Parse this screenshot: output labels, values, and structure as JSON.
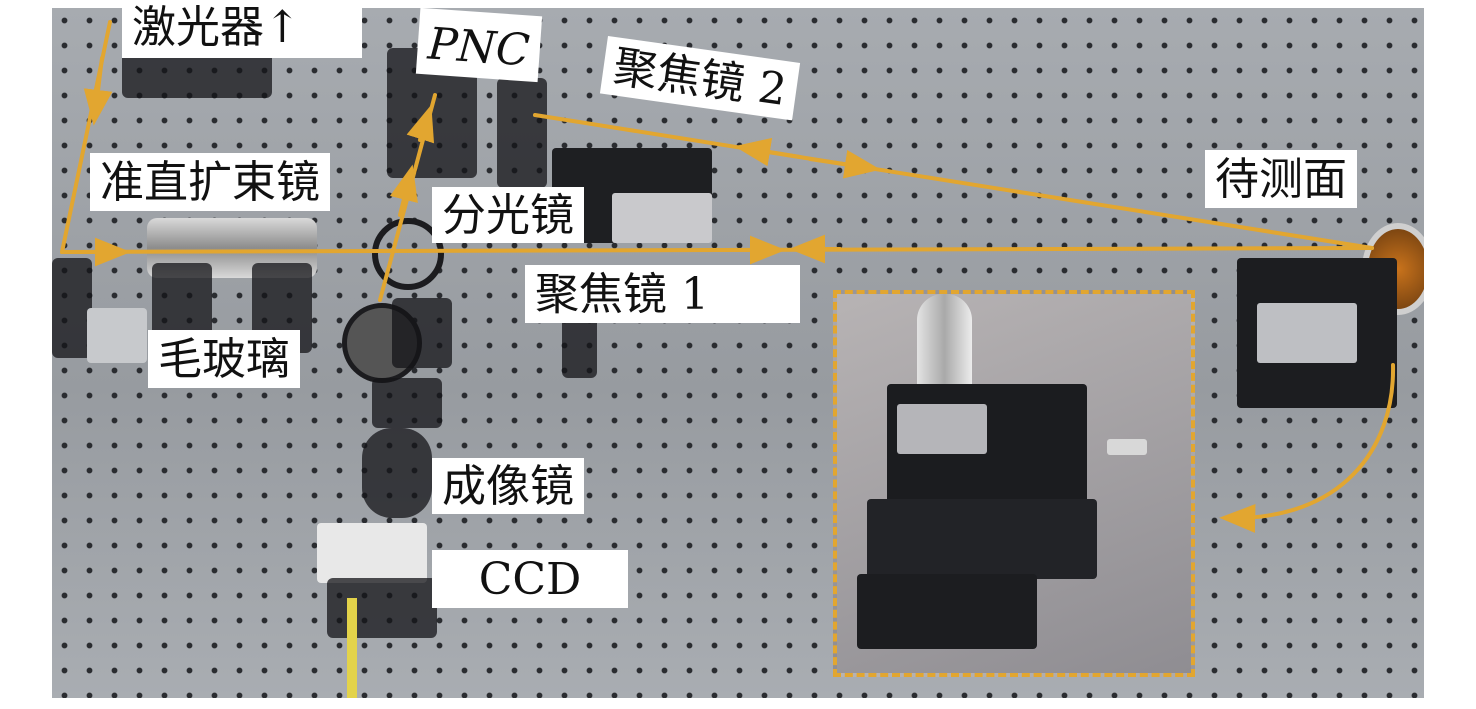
{
  "labels": {
    "laser": "激光器↑",
    "pnc": "PNC",
    "focus_lens_2": "聚焦镜 2",
    "beam_expander": "准直扩束镜",
    "beam_splitter": "分光镜",
    "surface_under_test": "待测面",
    "focus_lens_1": "聚焦镜 1",
    "ground_glass": "毛玻璃",
    "imaging_lens": "成像镜",
    "ccd": "CCD"
  },
  "colors": {
    "beam": "#e2a630",
    "table": "#9a9ea3",
    "label_bg": "#ffffff",
    "label_text": "#111111"
  }
}
